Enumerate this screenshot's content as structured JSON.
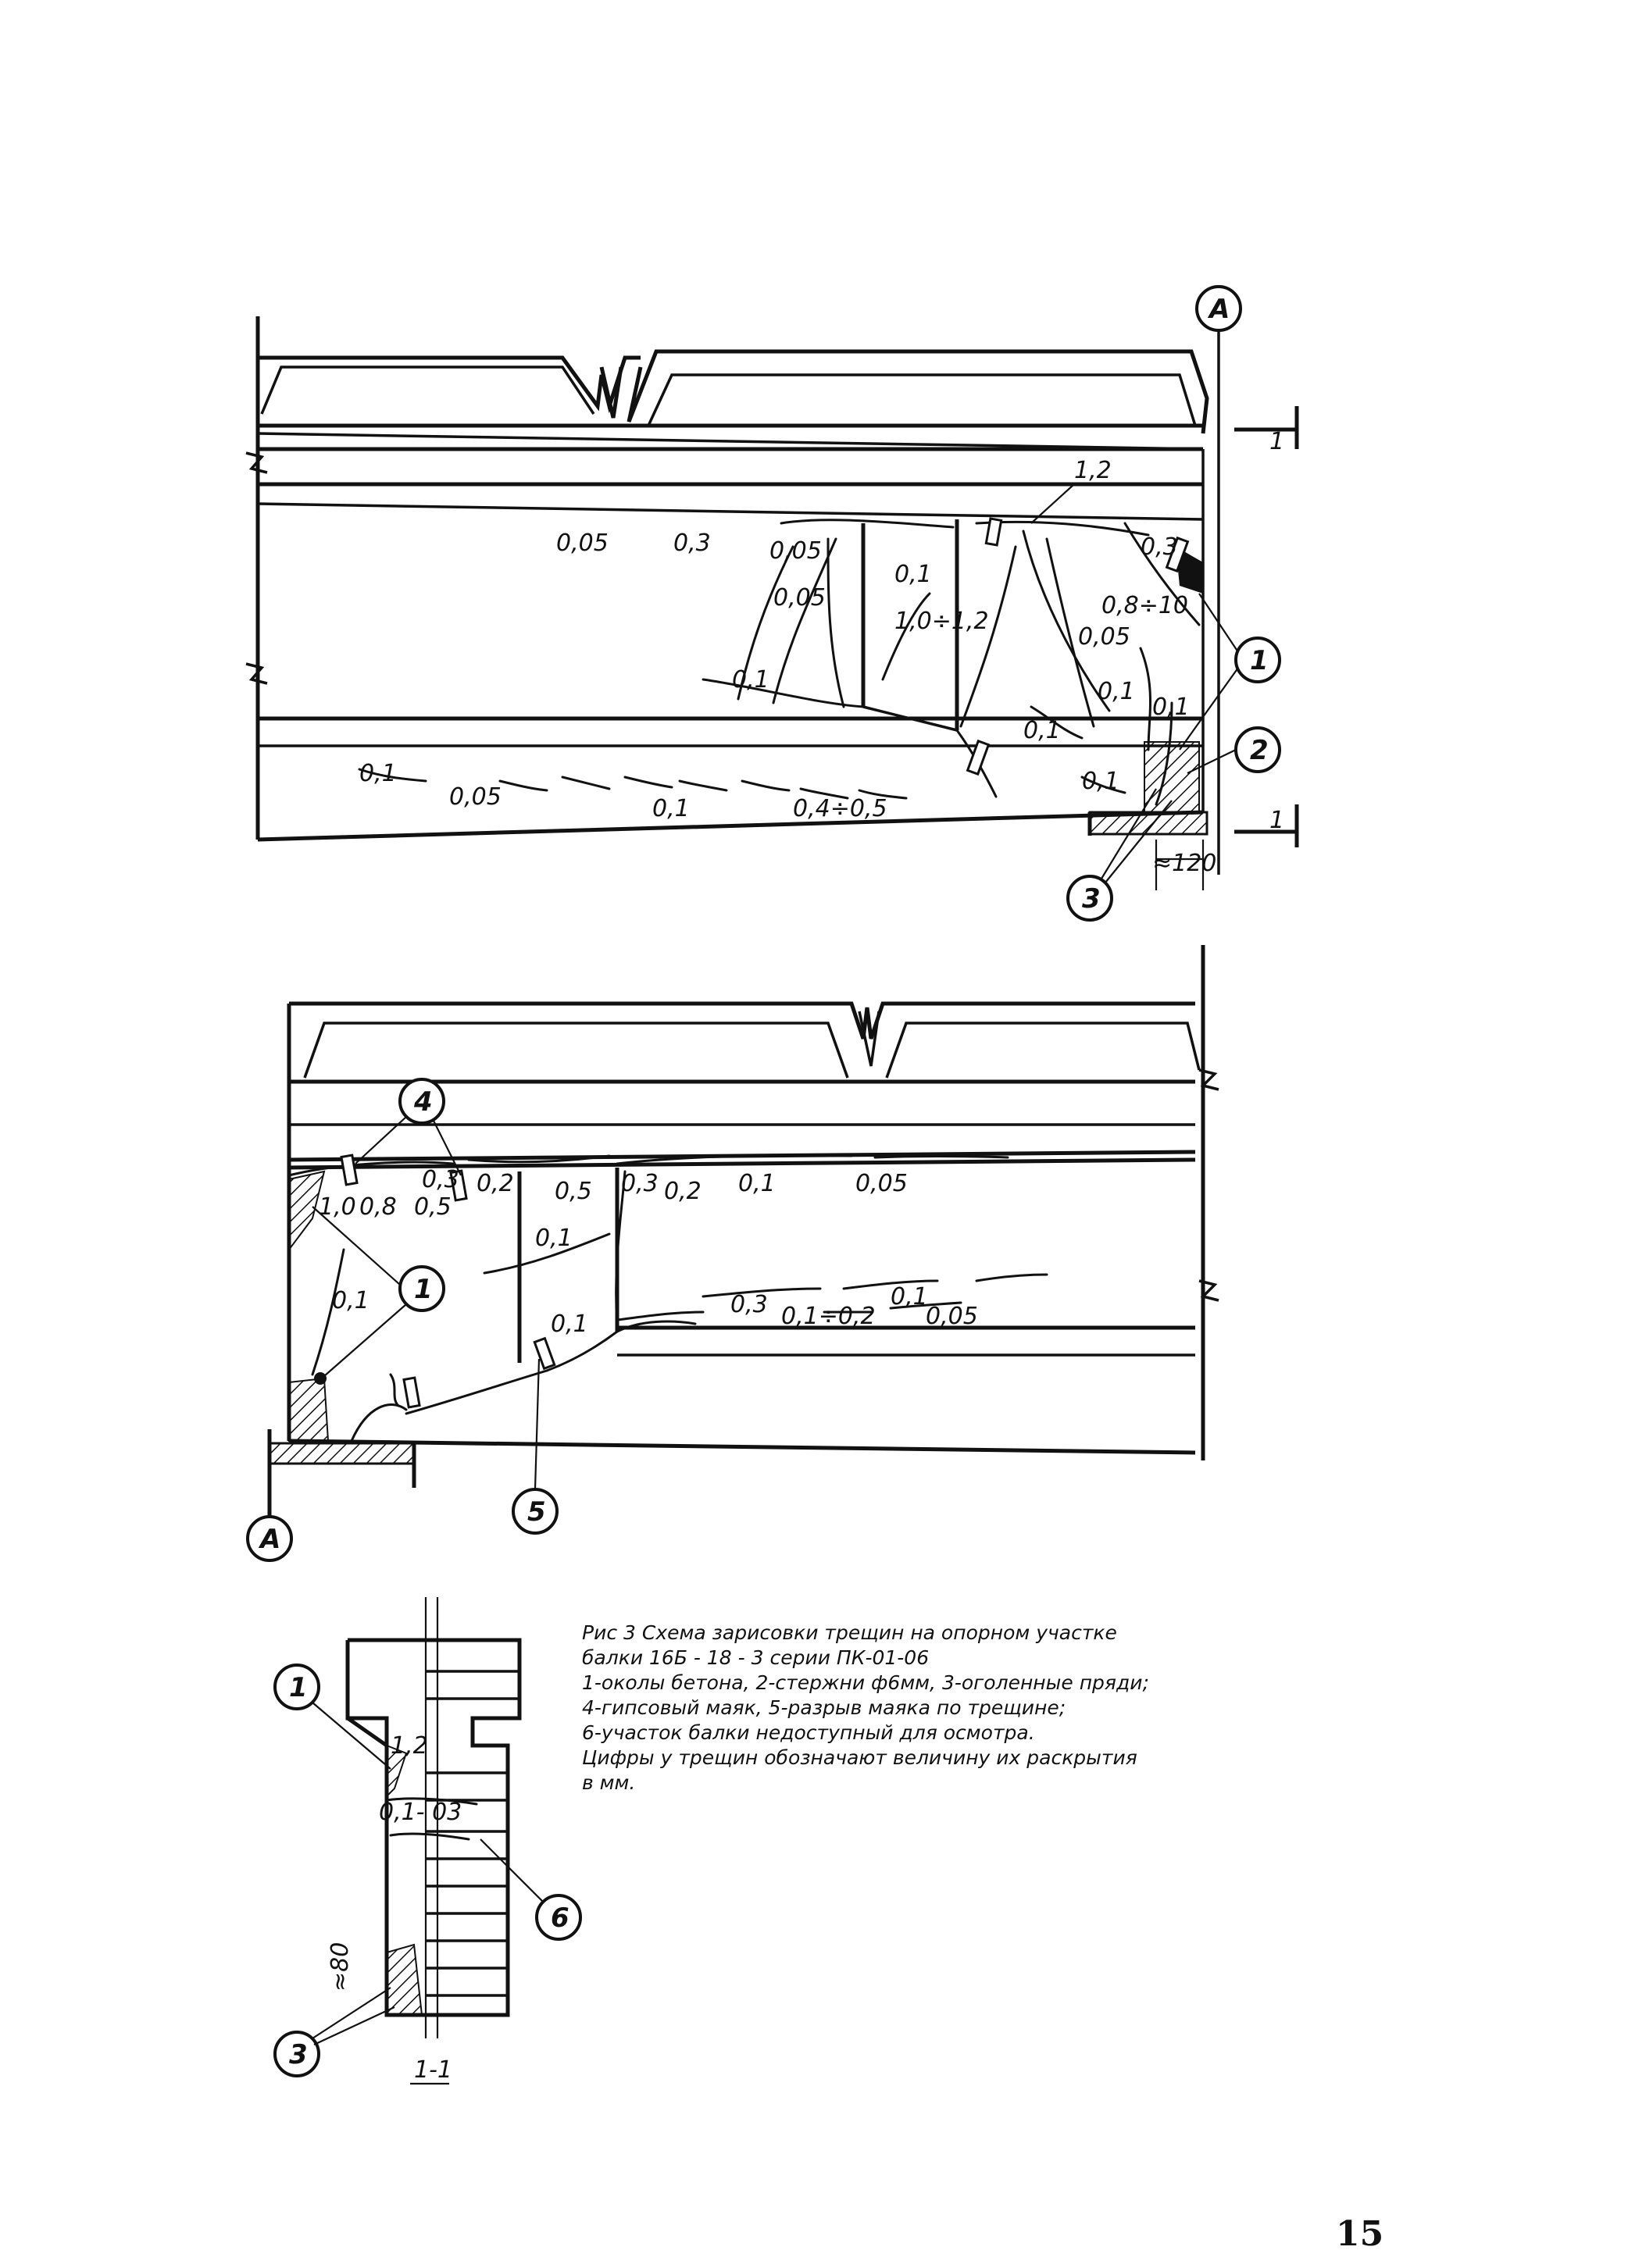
{
  "axis": {
    "a_marker": "А"
  },
  "sections": {
    "section_mark": "1",
    "section_label": "1-1"
  },
  "callouts": {
    "c1": "1",
    "c2": "2",
    "c3": "3",
    "c4": "4",
    "c5": "5",
    "c6": "6"
  },
  "upper_beam_labels": {
    "l1_2": "1,2",
    "l0_05a": "0,05",
    "l0_3a": "0,3",
    "l0_05b": "0,05",
    "l0_1a": "0,1",
    "l0_05c": "0,05",
    "l1_0_1_2": "1,0÷1,2",
    "l0_3b": "0,3",
    "l0_8_10": "0,8÷10",
    "l0_05d": "0,05",
    "l0_1b": "0,1",
    "l0_1c": "0,1",
    "l0_1d": "0,1",
    "l0_1e": "0,1",
    "l0_1f": "0,1",
    "l0_1g": "0,1",
    "l0_05e": "0,05",
    "l0_1h": "0,1",
    "l0_4_0_5": "0,4÷0,5",
    "dim_120": "≈120"
  },
  "lower_beam_labels": {
    "l1_0": "1,0",
    "l0_8": "0,8",
    "l0_5a": "0,5",
    "l0_3a": "0,3",
    "l0_2a": "0,2",
    "l0_5b": "0,5",
    "l0_3b": "0,3",
    "l0_2b": "0,2",
    "l0_1a": "0,1",
    "l0_05a": "0,05",
    "l0_1b": "0,1",
    "l0_1c": "0,1",
    "l0_1d": "0,1",
    "l0_3c": "0,3",
    "l0_1_0_2": "0,1÷0,2",
    "l0_1e": "0,1",
    "l0_05b": "0,05"
  },
  "section_labels": {
    "l1_2": "1,2",
    "l0_1_03": "0,1- 03",
    "dim_80": "≈80"
  },
  "caption": {
    "line1": "Рис 3  Схема зарисовки трещин на опорном участке",
    "line2": "балки 16Б - 18 - 3 серии ПК-01-06",
    "line3": "1-околы бетона, 2-стержни ф6мм, 3-оголенные пряди;",
    "line4": "4-гипсовый маяк, 5-разрыв маяка по трещине;",
    "line5": "6-участок балки недоступный для осмотра.",
    "line6": "Цифры у трещин обозначают величину их раскрытия",
    "line7": "в мм."
  },
  "page_number": "15"
}
